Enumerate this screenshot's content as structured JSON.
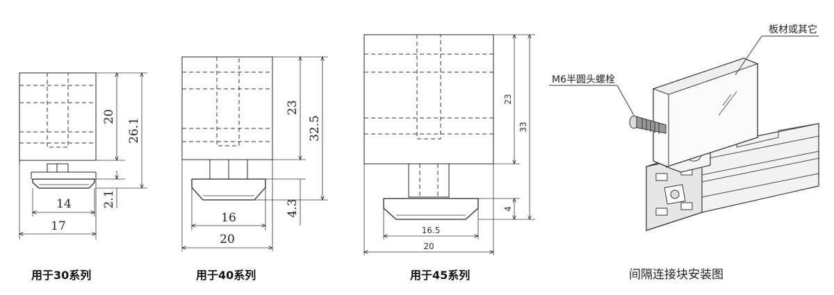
{
  "drawings": [
    {
      "caption": "用于30系列",
      "dims": {
        "width_top": "14",
        "width_bottom": "17",
        "h1": "20",
        "h2": "26.1",
        "h3": "2.1"
      }
    },
    {
      "caption": "用于40系列",
      "dims": {
        "width_top": "16",
        "width_bottom": "20",
        "h1": "23",
        "h2": "32.5",
        "h3": "4.3"
      }
    },
    {
      "caption": "用于45系列",
      "dims": {
        "width_top": "16.5",
        "width_bottom": "20",
        "h1": "23",
        "h2": "33",
        "h3": "4"
      }
    }
  ],
  "installation": {
    "caption": "间隔连接块安装图",
    "label_panel": "板材或其它",
    "label_bolt": "M6半圆头螺栓"
  },
  "colors": {
    "line": "#222222",
    "background": "#ffffff"
  }
}
